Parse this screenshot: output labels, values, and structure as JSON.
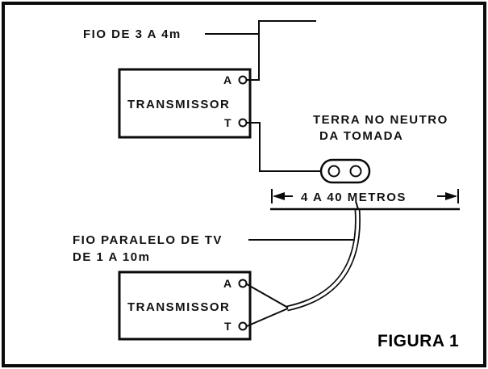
{
  "figure": {
    "caption": "FIGURA 1"
  },
  "top_circuit": {
    "antenna_wire_label": "FIO DE 3 A 4m",
    "transmitter_label": "TRANSMISSOR",
    "terminal_a": "A",
    "terminal_t": "T",
    "ground_label_line1": "TERRA NO NEUTRO",
    "ground_label_line2": "DA TOMADA"
  },
  "bottom_circuit": {
    "dimension_label": "4 A 40 METROS",
    "feeder_label_line1": "FIO PARALELO DE TV",
    "feeder_label_line2": "DE 1 A 10m",
    "transmitter_label": "TRANSMISSOR",
    "terminal_a": "A",
    "terminal_t": "T"
  }
}
